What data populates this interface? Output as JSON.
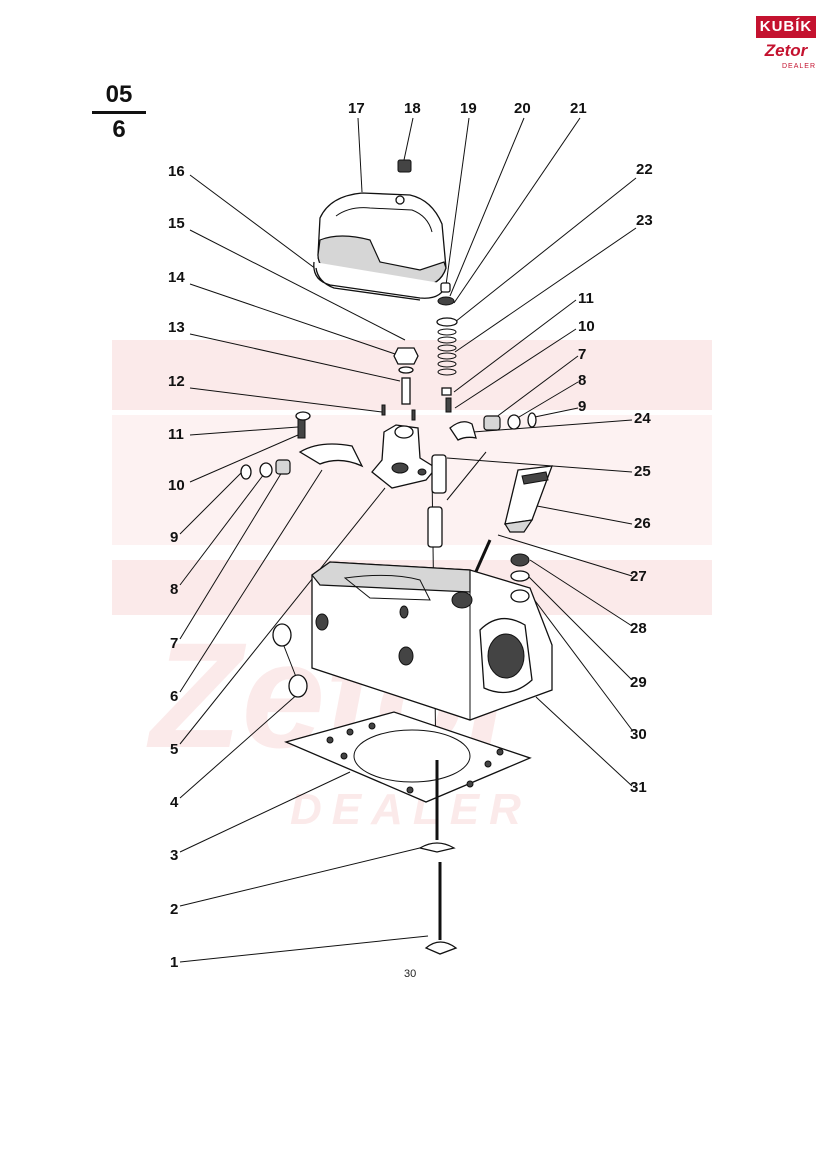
{
  "section": {
    "numerator": "05",
    "denominator": "6"
  },
  "logo": {
    "brand": "KUBÍK",
    "sub": "Zetor",
    "tag": "DEALER",
    "color": "#c4122f"
  },
  "watermark": {
    "text": "Zetor",
    "tag": "DEALER",
    "color": "#fbeaea"
  },
  "page_number": "30",
  "callouts": {
    "c17": "17",
    "c18": "18",
    "c19": "19",
    "c20": "20",
    "c21": "21",
    "c16": "16",
    "c22": "22",
    "c15": "15",
    "c23": "23",
    "c14": "14",
    "c11a": "11",
    "c13": "13",
    "c10a": "10",
    "c7a": "7",
    "c12": "12",
    "c8a": "8",
    "c9a": "9",
    "c24": "24",
    "c11b": "11",
    "c10b": "10",
    "c25": "25",
    "c26": "26",
    "c9b": "9",
    "c8b": "8",
    "c27": "27",
    "c7b": "7",
    "c28": "28",
    "c6": "6",
    "c29": "29",
    "c5": "5",
    "c30": "30",
    "c4": "4",
    "c31": "31",
    "c3": "3",
    "c2": "2",
    "c1": "1"
  }
}
